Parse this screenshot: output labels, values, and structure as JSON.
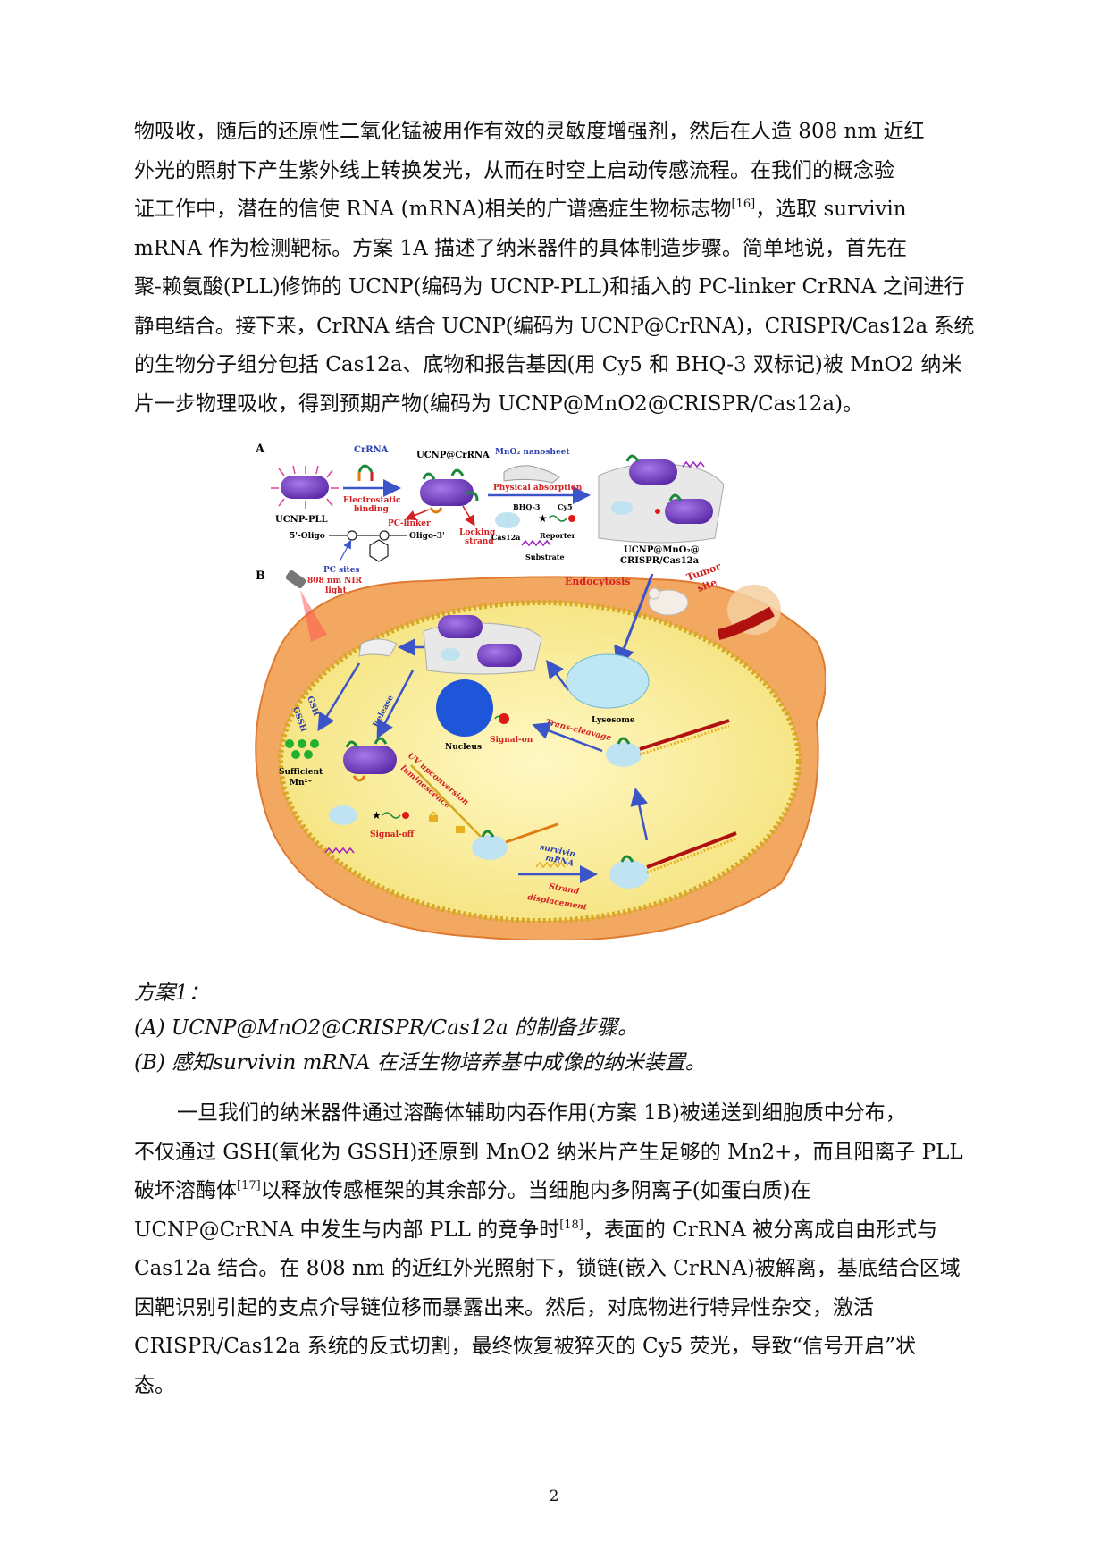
{
  "paragraph1": {
    "lines": [
      {
        "text": "物吸收，随后的还原性二氧化锰被用作有效的灵敏度增强剂，然后在人造 808 nm 近红"
      },
      {
        "text": "外光的照射下产生紫外线上转换发光，从而在时空上启动传感流程。在我们的概念验"
      },
      {
        "text": "证工作中，潜在的信使 RNA (mRNA)相关的广谱癌症生物标志物",
        "sup": "[16]",
        "after": "，选取 survivin"
      },
      {
        "text": "mRNA 作为检测靶标。方案 1A 描述了纳米器件的具体制造步骤。简单地说，首先在"
      },
      {
        "text": "聚-赖氨酸(PLL)修饰的 UCNP(编码为 UCNP-PLL)和插入的 PC-linker CrRNA 之间进行"
      },
      {
        "text": "静电结合。接下来，CrRNA 结合 UCNP(编码为 UCNP@CrRNA)，CRISPR/Cas12a 系统"
      },
      {
        "text": "的生物分子组分包括 Cas12a、底物和报告基因(用 Cy5 和 BHQ-3 双标记)被 MnO2 纳米"
      },
      {
        "text": "片一步物理吸收，得到预期产物(编码为 UCNP@MnO2@CRISPR/Cas12a)。"
      }
    ]
  },
  "figure": {
    "panel_a": "A",
    "panel_b": "B",
    "labels": {
      "ucnp_pll": "UCNP-PLL",
      "crrna": "CrRNA",
      "electrostatic": "Electrostatic",
      "binding": "binding",
      "ucnp_crrna": "UCNP@CrRNA",
      "pc_linker": "PC-linker",
      "locking": "Locking",
      "strand": "strand",
      "oligo5": "5'-Oligo",
      "oligo3": "Oligo-3'",
      "pc_sites": "PC sites",
      "mno2": "MnO₂ nanosheet",
      "physical_absorption": "Physical absorption",
      "bhq3": "BHQ-3",
      "cy5": "Cy5",
      "cas12a": "Cas12a",
      "reporter": "Reporter",
      "substrate": "Substrate",
      "product1": "UCNP@MnO₂@",
      "product2": "CRISPR/Cas12a",
      "nir1": "808 nm NIR",
      "nir2": "light",
      "endocytosis": "Endocytosis",
      "tumor": "Tumor",
      "site": "site",
      "gssh": "GSSH",
      "gsh": "GSH",
      "release": "Release",
      "sufficient": "Sufficient",
      "mn": "Mn²⁺",
      "nucleus": "Nucleus",
      "lysosome": "Lysosome",
      "trans_cleavage": "Trans-cleavage",
      "signal_on": "Signal-on",
      "uv1": "UV upconversion",
      "uv2": "luminescence",
      "signal_off": "Signal-off",
      "survivin": "survivin",
      "mrna": "mRNA",
      "strand2": "Strand",
      "displacement": "displacement"
    }
  },
  "caption": {
    "title": "方案1：",
    "a": "(A) UCNP@MnO2@CRISPR/Cas12a 的制备步骤。",
    "b": "(B) 感知survivin mRNA 在活生物培养基中成像的纳米装置。"
  },
  "paragraph2": {
    "lines": [
      {
        "text": "一旦我们的纳米器件通过溶酶体辅助内吞作用(方案 1B)被递送到细胞质中分布，"
      },
      {
        "text": "不仅通过 GSH(氧化为 GSSH)还原到 MnO2 纳米片产生足够的 Mn2+，而且阳离子 PLL"
      },
      {
        "text": "破坏溶酶体",
        "sup": "[17]",
        "after": "以释放传感框架的其余部分。当细胞内多阴离子(如蛋白质)在"
      },
      {
        "text": "UCNP@CrRNA 中发生与内部 PLL 的竞争时",
        "sup": "[18]",
        "after": "，表面的 CrRNA 被分离成自由形式与"
      },
      {
        "text": "Cas12a 结合。在 808 nm 的近红外光照射下，锁链(嵌入 CrRNA)被解离，基底结合区域"
      },
      {
        "text": "因靶识别引起的支点介导链位移而暴露出来。然后，对底物进行特异性杂交，激活"
      },
      {
        "text": "CRISPR/Cas12a 系统的反式切割，最终恢复被猝灭的 Cy5 荧光，导致“信号开启”状"
      },
      {
        "text": "态。"
      }
    ]
  },
  "page_number": "2"
}
